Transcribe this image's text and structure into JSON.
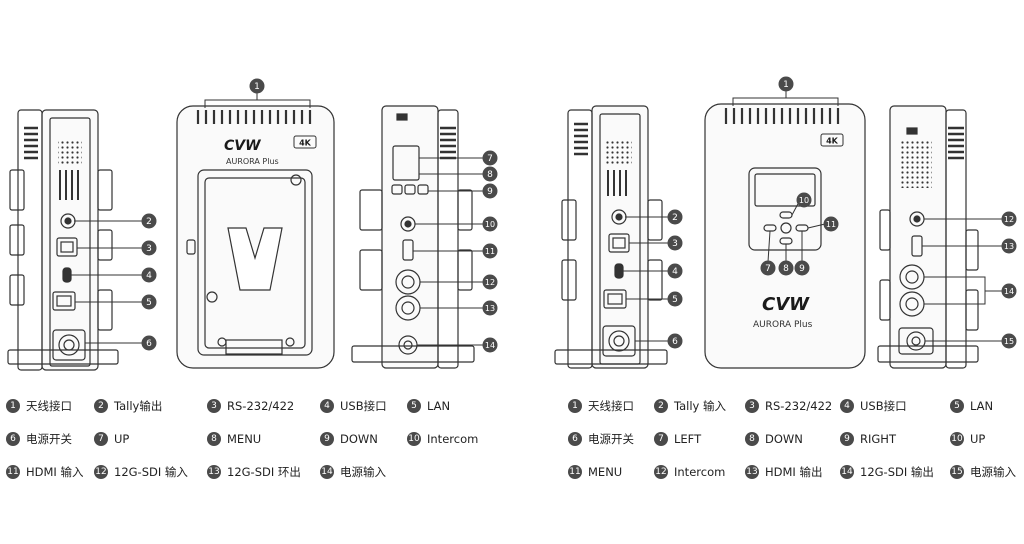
{
  "colors": {
    "line": "#333333",
    "callout": "#4a4a4a",
    "fill": "#f4f4f4",
    "dark": "#1a1a1a"
  },
  "tx": {
    "brand": "CVW",
    "model": "AURORA Plus",
    "badge": "4K",
    "callouts": [
      "1",
      "2",
      "3",
      "4",
      "5",
      "6",
      "7",
      "8",
      "9",
      "10",
      "11",
      "12",
      "13",
      "14"
    ],
    "legend": [
      {
        "n": "1",
        "label": "天线接口"
      },
      {
        "n": "2",
        "label": "Tally输出"
      },
      {
        "n": "3",
        "label": "RS-232/422"
      },
      {
        "n": "4",
        "label": "USB接口"
      },
      {
        "n": "5",
        "label": "LAN"
      },
      {
        "n": "6",
        "label": "电源开关"
      },
      {
        "n": "7",
        "label": "UP"
      },
      {
        "n": "8",
        "label": "MENU"
      },
      {
        "n": "9",
        "label": "DOWN"
      },
      {
        "n": "10",
        "label": "Intercom"
      },
      {
        "n": "11",
        "label": "HDMI 输入"
      },
      {
        "n": "12",
        "label": "12G-SDI 输入"
      },
      {
        "n": "13",
        "label": "12G-SDI 环出"
      },
      {
        "n": "14",
        "label": "电源输入"
      }
    ]
  },
  "rx": {
    "brand": "CVW",
    "model": "AURORA Plus",
    "badge": "4K",
    "callouts": [
      "1",
      "2",
      "3",
      "4",
      "5",
      "6",
      "7",
      "8",
      "9",
      "10",
      "11",
      "12",
      "13",
      "14",
      "15"
    ],
    "legend": [
      {
        "n": "1",
        "label": "天线接口"
      },
      {
        "n": "2",
        "label": "Tally 输入"
      },
      {
        "n": "3",
        "label": "RS-232/422"
      },
      {
        "n": "4",
        "label": "USB接口"
      },
      {
        "n": "5",
        "label": "LAN"
      },
      {
        "n": "6",
        "label": "电源开关"
      },
      {
        "n": "7",
        "label": "LEFT"
      },
      {
        "n": "8",
        "label": "DOWN"
      },
      {
        "n": "9",
        "label": "RIGHT"
      },
      {
        "n": "10",
        "label": "UP"
      },
      {
        "n": "11",
        "label": "MENU"
      },
      {
        "n": "12",
        "label": "Intercom"
      },
      {
        "n": "13",
        "label": "HDMI 输出"
      },
      {
        "n": "14",
        "label": "12G-SDI 输出"
      },
      {
        "n": "15",
        "label": "电源输入"
      }
    ]
  }
}
